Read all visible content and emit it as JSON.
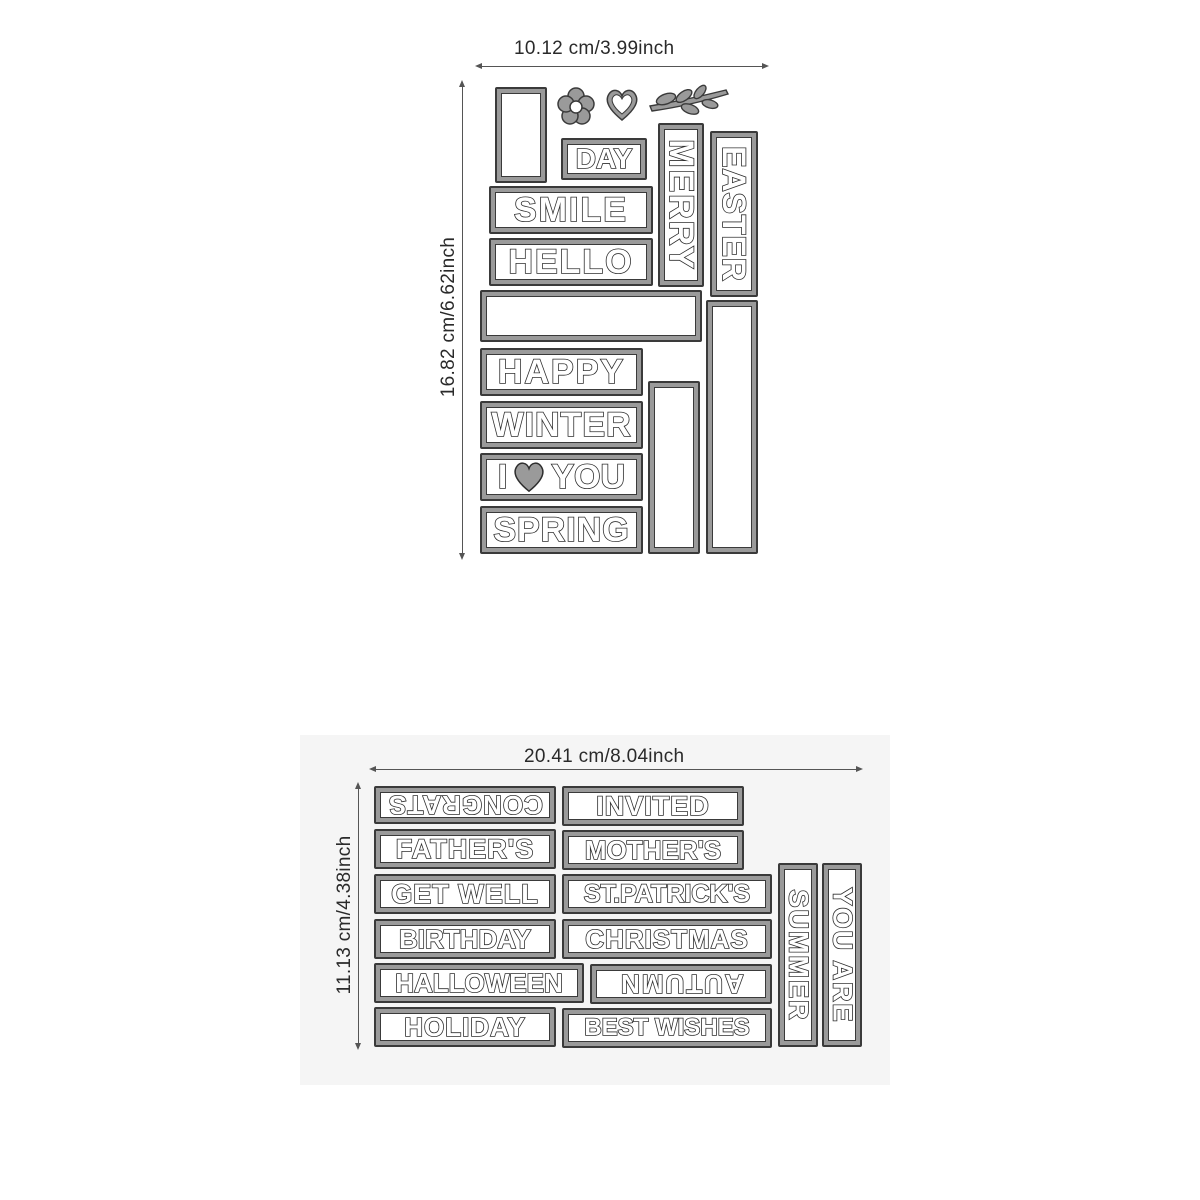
{
  "top_set": {
    "width_label": "10.12 cm/3.99inch",
    "height_label": "16.82 cm/6.62inch",
    "words": [
      "DAY",
      "SMILE",
      "HELLO",
      "MERRY",
      "EASTER",
      "HAPPY",
      "WINTER",
      "I",
      "YOU",
      "SPRING"
    ],
    "shapes": [
      "flower",
      "heart",
      "leaf-sprig"
    ]
  },
  "bottom_set": {
    "width_label": "20.41 cm/8.04inch",
    "height_label": "11.13 cm/4.38inch",
    "words": [
      "CONGRATS",
      "INVITED",
      "FATHER'S",
      "MOTHER'S",
      "GET WELL",
      "ST.PATRICK'S",
      "BIRTHDAY",
      "CHRISTMAS",
      "HALLOWEEN",
      "AUTUMN",
      "HOLIDAY",
      "BEST WISHES",
      "SUMMER",
      "YOU ARE"
    ]
  },
  "colors": {
    "die_fill": "#9a9a9a",
    "die_outline": "#3a3a3a",
    "background": "#ffffff",
    "panel": "#f5f5f5"
  }
}
